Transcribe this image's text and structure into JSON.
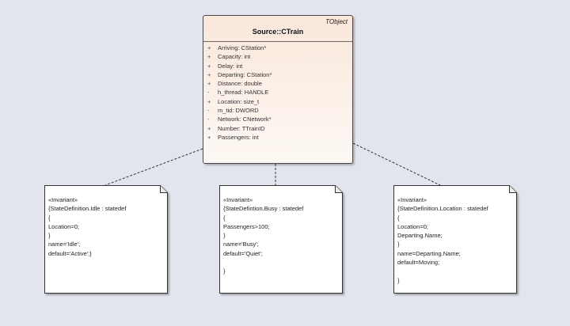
{
  "class": {
    "stereotype": "TObject",
    "name": "Source::CTrain",
    "attributes": [
      {
        "visibility": "+",
        "text": "Arriving: CStation*"
      },
      {
        "visibility": "+",
        "text": "Capacity: int"
      },
      {
        "visibility": "+",
        "text": "Delay: int"
      },
      {
        "visibility": "+",
        "text": "Departing: CStation*"
      },
      {
        "visibility": "+",
        "text": "Distance: double"
      },
      {
        "visibility": "-",
        "text": "h_thread: HANDLE"
      },
      {
        "visibility": "+",
        "text": "Location: size_t"
      },
      {
        "visibility": "-",
        "text": "m_tid: DWORD"
      },
      {
        "visibility": "-",
        "text": "Network: CNetwork*"
      },
      {
        "visibility": "+",
        "text": "Number: TTrainID"
      },
      {
        "visibility": "+",
        "text": "Passengers: int"
      }
    ]
  },
  "notes": [
    {
      "lines": [
        "«Invariant»",
        "{StateDefinition.Idle : statedef",
        "{",
        "Location=0;",
        "}",
        "name='Idle';",
        "default='Active';}"
      ]
    },
    {
      "lines": [
        "«Invariant»",
        "{StateDefintion.Busy : statedef",
        "{",
        "Passengers>100;",
        "}",
        "name='Busy';",
        "default='Quiet';",
        "",
        "}"
      ]
    },
    {
      "lines": [
        "«Invariant»",
        "{StateDefinition.Location : statedef",
        "{",
        "Location=0;",
        "Departing.Name;",
        "}",
        "name=Departing.Name;",
        "default=Moving;",
        "",
        "}"
      ]
    }
  ],
  "colors": {
    "background": "#e3e5ee",
    "class_fill_top": "#f9e7da",
    "class_fill_bottom": "#fdf8f4",
    "note_fill": "#ffffff",
    "border": "#4a4a4a"
  }
}
